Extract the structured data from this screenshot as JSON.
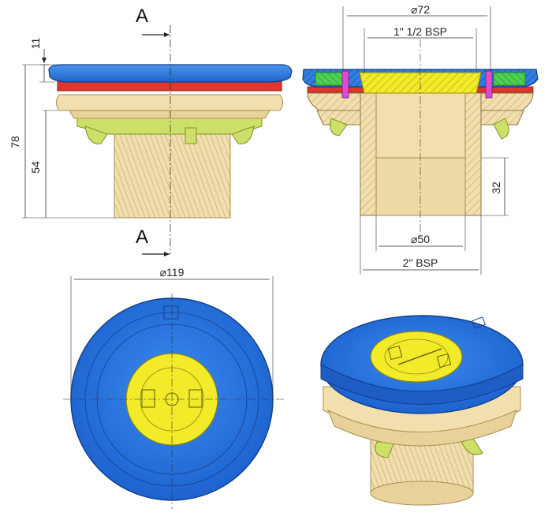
{
  "dimensions": {
    "height_total": "78",
    "height_body": "54",
    "flange_thickness": "11",
    "diameter_top": "⌀72",
    "thread_inner": "1\" 1/2 BSP",
    "diameter_bottom": "⌀50",
    "thread_outer": "2\" BSP",
    "depth_inner": "32",
    "diameter_flange": "⌀119"
  },
  "section": {
    "label_top": "A",
    "label_bottom": "A"
  },
  "colors": {
    "blue": "#2f7fe0",
    "blue_dark": "#1a4fb0",
    "yellow": "#f3ea2a",
    "tan": "#f1dfae",
    "tan_dark": "#c9b27a",
    "green": "#cfe06a",
    "red": "#e0362c",
    "pink": "#e04bd0",
    "bright_green": "#4ed24e"
  }
}
